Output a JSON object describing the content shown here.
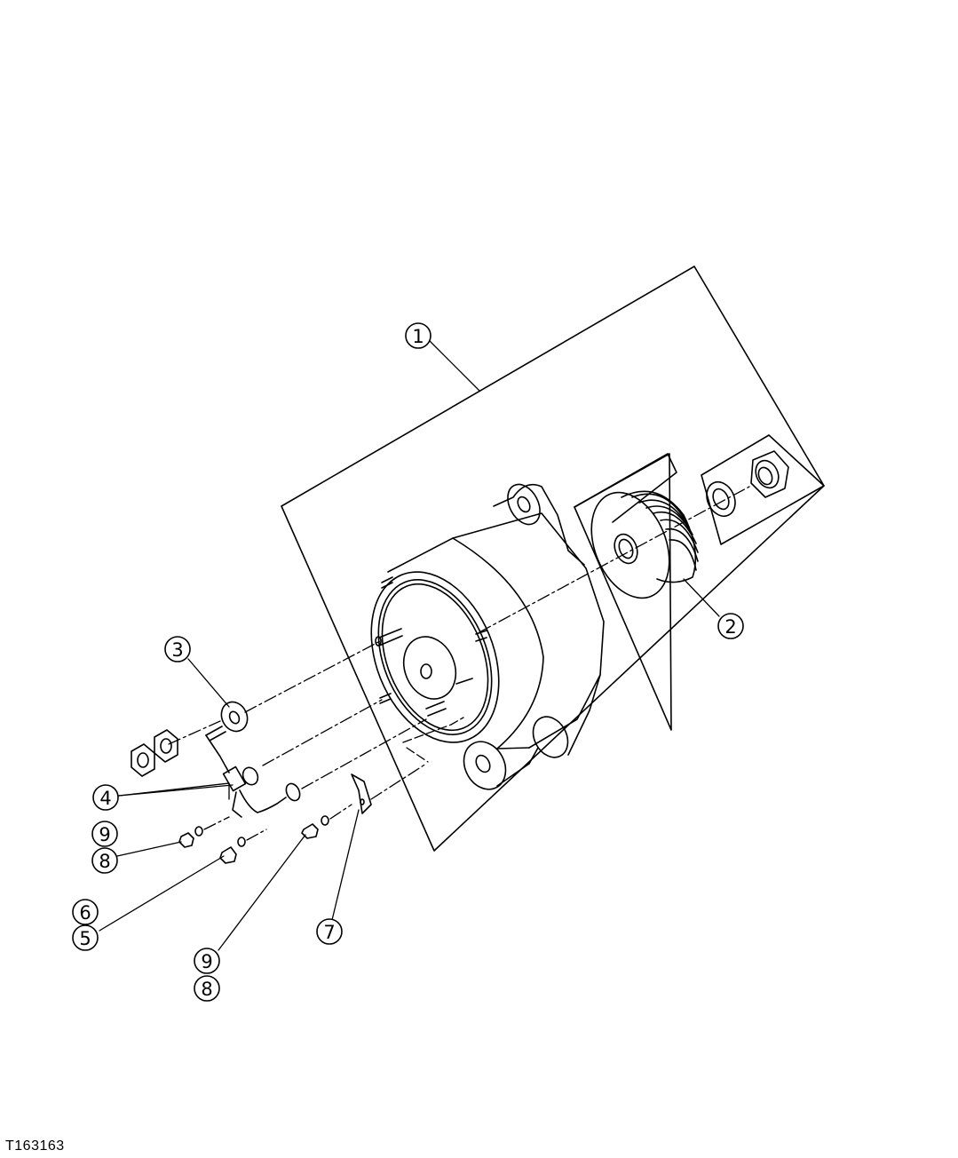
{
  "figure": {
    "id": "T163163"
  },
  "callouts": [
    {
      "key": "c1",
      "label": "1"
    },
    {
      "key": "c2",
      "label": "2"
    },
    {
      "key": "c3",
      "label": "3"
    },
    {
      "key": "c4",
      "label": "4"
    },
    {
      "key": "c9a",
      "label": "9"
    },
    {
      "key": "c8a",
      "label": "8"
    },
    {
      "key": "c6",
      "label": "6"
    },
    {
      "key": "c5",
      "label": "5"
    },
    {
      "key": "c7",
      "label": "7"
    },
    {
      "key": "c9b",
      "label": "9"
    },
    {
      "key": "c8b",
      "label": "8"
    }
  ]
}
